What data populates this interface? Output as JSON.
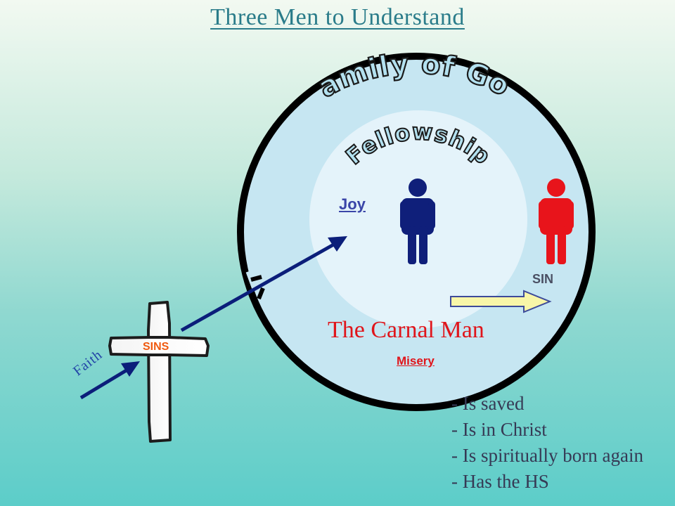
{
  "title": "Three Men to Understand",
  "outer_circle_label": "Family of God",
  "inner_circle_label": "Fellowship",
  "labels": {
    "joy": "Joy",
    "sin": "SIN",
    "carnal_man": "The Carnal Man",
    "misery": "Misery",
    "sins": "SINS",
    "faith": "Faith"
  },
  "points": [
    "- Is saved",
    "- Is in Christ",
    "- Is spiritually born again",
    "- Has the HS"
  ],
  "colors": {
    "title": "#2a7c8a",
    "outer_fill": "#c6e6f2",
    "inner_fill": "#e4f3fa",
    "ring": "#000000",
    "spiritual_man": "#0f1f7a",
    "carnal_figure": "#e8141b",
    "arrow": "#0b1e7a",
    "sin_arrow": "#f8f6a8",
    "carnal_text": "#e0151b",
    "joy_text": "#3a45a8",
    "sins_text": "#f05a10",
    "faith_text": "#2244a8"
  },
  "icons": [
    "person-figure-blue",
    "person-figure-red",
    "cross",
    "arrow"
  ]
}
